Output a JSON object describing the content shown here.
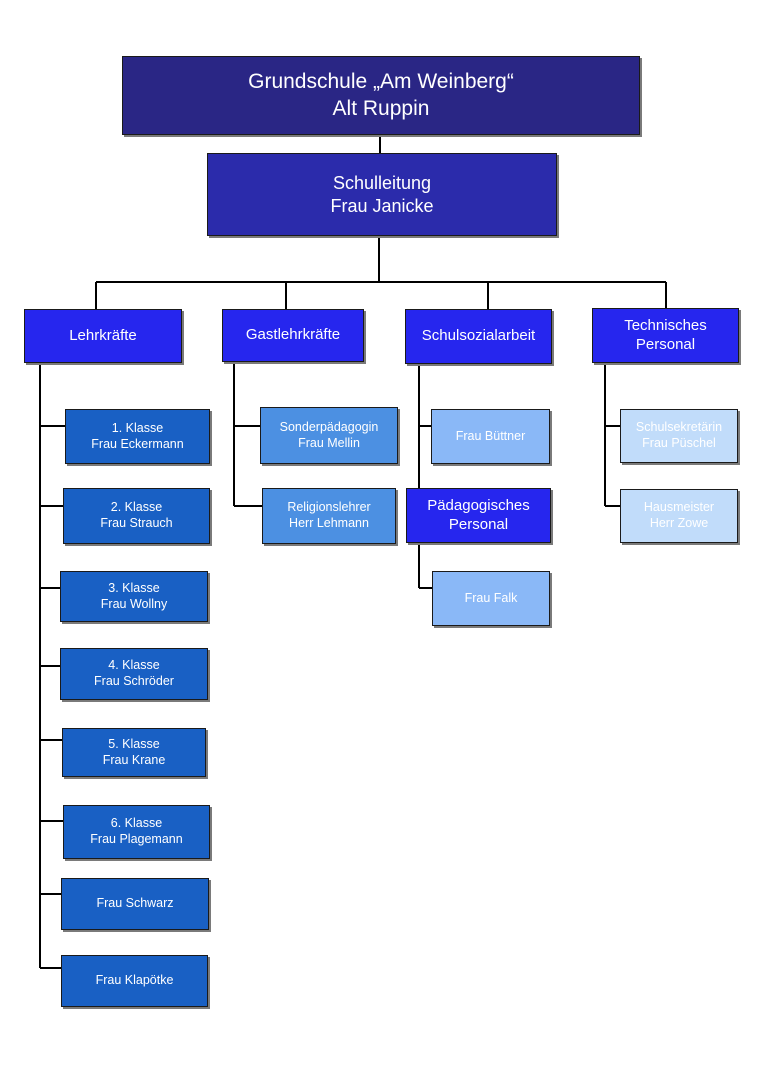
{
  "org": {
    "school": {
      "line1": "Grundschule  „Am Weinberg“",
      "line2": "Alt Ruppin"
    },
    "leadership": {
      "line1": "Schulleitung",
      "line2": "Frau Janicke"
    },
    "departments": {
      "lehrkraefte": {
        "title": "Lehrkräfte",
        "members": [
          {
            "line1": "1. Klasse",
            "line2": "Frau Eckermann"
          },
          {
            "line1": "2. Klasse",
            "line2": "Frau Strauch"
          },
          {
            "line1": "3. Klasse",
            "line2": "Frau Wollny"
          },
          {
            "line1": "4. Klasse",
            "line2": "Frau Schröder"
          },
          {
            "line1": "5. Klasse",
            "line2": "Frau Krane"
          },
          {
            "line1": "6. Klasse",
            "line2": "Frau Plagemann"
          },
          {
            "line1": "Frau Schwarz"
          },
          {
            "line1": "Frau Klapötke"
          }
        ]
      },
      "gastlehrkraefte": {
        "title": "Gastlehrkräfte",
        "members": [
          {
            "line1": "Sonderpädagogin",
            "line2": "Frau Mellin"
          },
          {
            "line1": "Religionslehrer",
            "line2": "Herr Lehmann"
          }
        ]
      },
      "schulsozialarbeit": {
        "title": "Schulsozialarbeit",
        "members": [
          {
            "line1": "Frau Büttner"
          }
        ],
        "sub": {
          "line1": "Pädagogisches",
          "line2": "Personal",
          "members": [
            {
              "line1": "Frau Falk"
            }
          ]
        }
      },
      "technisches": {
        "line1": "Technisches",
        "line2": "Personal",
        "members": [
          {
            "line1": "Schulsekretärin",
            "line2": "Frau Püschel"
          },
          {
            "line1": "Hausmeister",
            "line2": "Herr Zowe"
          }
        ]
      }
    }
  },
  "colors": {
    "school": "#2a2685",
    "leadership": "#2b2bab",
    "department": "#2626ee",
    "teacher": "#1960c4",
    "guest": "#4c90e2",
    "social": "#8ab8f7",
    "technical": "#c1dcfa",
    "connector": "#000000"
  }
}
